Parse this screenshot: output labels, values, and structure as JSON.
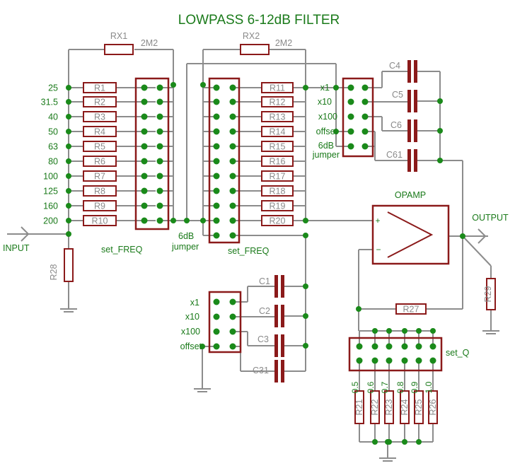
{
  "title": "LOWPASS 6-12dB FILTER",
  "freq_values": [
    "25",
    "31.5",
    "40",
    "50",
    "63",
    "80",
    "100",
    "125",
    "160",
    "200"
  ],
  "r_left": [
    "R1",
    "R2",
    "R3",
    "R4",
    "R5",
    "R6",
    "R7",
    "R8",
    "R9",
    "R10"
  ],
  "r_right": [
    "R11",
    "R12",
    "R13",
    "R14",
    "R15",
    "R16",
    "R17",
    "R18",
    "R19",
    "R20"
  ],
  "rx1": {
    "name": "RX1",
    "value": "2M2"
  },
  "rx2": {
    "name": "RX2",
    "value": "2M2"
  },
  "labels": {
    "input": "INPUT",
    "output": "OUTPUT",
    "opamp": "OPAMP",
    "set_freq_1": "set_FREQ",
    "set_freq_2": "set_FREQ",
    "jumper_6db_a": "6dB",
    "jumper_6db_b": "jumper",
    "set_q": "set_Q",
    "r28": "R28",
    "r29": "R29",
    "r27": "R27",
    "plus": "+",
    "minus": "−"
  },
  "top_cap": {
    "jumper_labels": [
      "x1",
      "x10",
      "x100",
      "offset",
      "6dB",
      "jumper"
    ],
    "caps": [
      "C4",
      "C5",
      "C6",
      "C61"
    ]
  },
  "bottom_cap": {
    "jumper_labels": [
      "x1",
      "x10",
      "x100",
      "offset"
    ],
    "caps": [
      "C1",
      "C2",
      "C3",
      "C31"
    ]
  },
  "q_values": [
    "0.5",
    "0.6",
    "0.7",
    "0.8",
    "0.9",
    "1.0"
  ],
  "q_resistors": [
    "R21",
    "R22",
    "R23",
    "R24",
    "R25",
    "R26"
  ],
  "colors": {
    "wire": "#8c8c8c",
    "part": "#8b1a1a",
    "junction": "#1a8a1a",
    "pin": "#1a8a1a",
    "label": "#1a7a1a",
    "partlabel": "#8a8a8a"
  }
}
